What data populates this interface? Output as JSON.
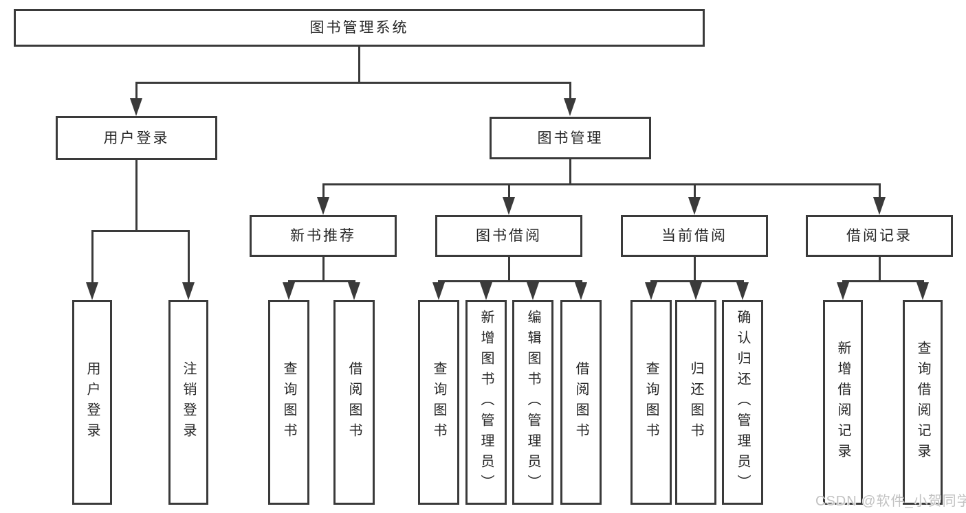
{
  "root": {
    "label": "图书管理系统"
  },
  "level2": {
    "user_login": {
      "label": "用户登录"
    },
    "book_mgmt": {
      "label": "图书管理"
    }
  },
  "level3": {
    "new_book": {
      "label": "新书推荐"
    },
    "borrowing": {
      "label": "图书借阅"
    },
    "current": {
      "label": "当前借阅"
    },
    "records": {
      "label": "借阅记录"
    }
  },
  "leaves": {
    "user_login": [
      "用户登录",
      "注销登录"
    ],
    "new_book": [
      "查询图书",
      "借阅图书"
    ],
    "borrowing": [
      "查询图书",
      "新增图书（管理员）",
      "编辑图书（管理员）",
      "借阅图书"
    ],
    "current": [
      "查询图书",
      "归还图书",
      "确认归还（管理员）"
    ],
    "records": [
      "新增借阅记录",
      "查询借阅记录"
    ]
  },
  "watermark": "CSDN @软件_小贺同学",
  "colors": {
    "line": "#3a3a3a",
    "text": "#262626",
    "background": "#ffffff",
    "watermark": "#c2c2c2"
  }
}
